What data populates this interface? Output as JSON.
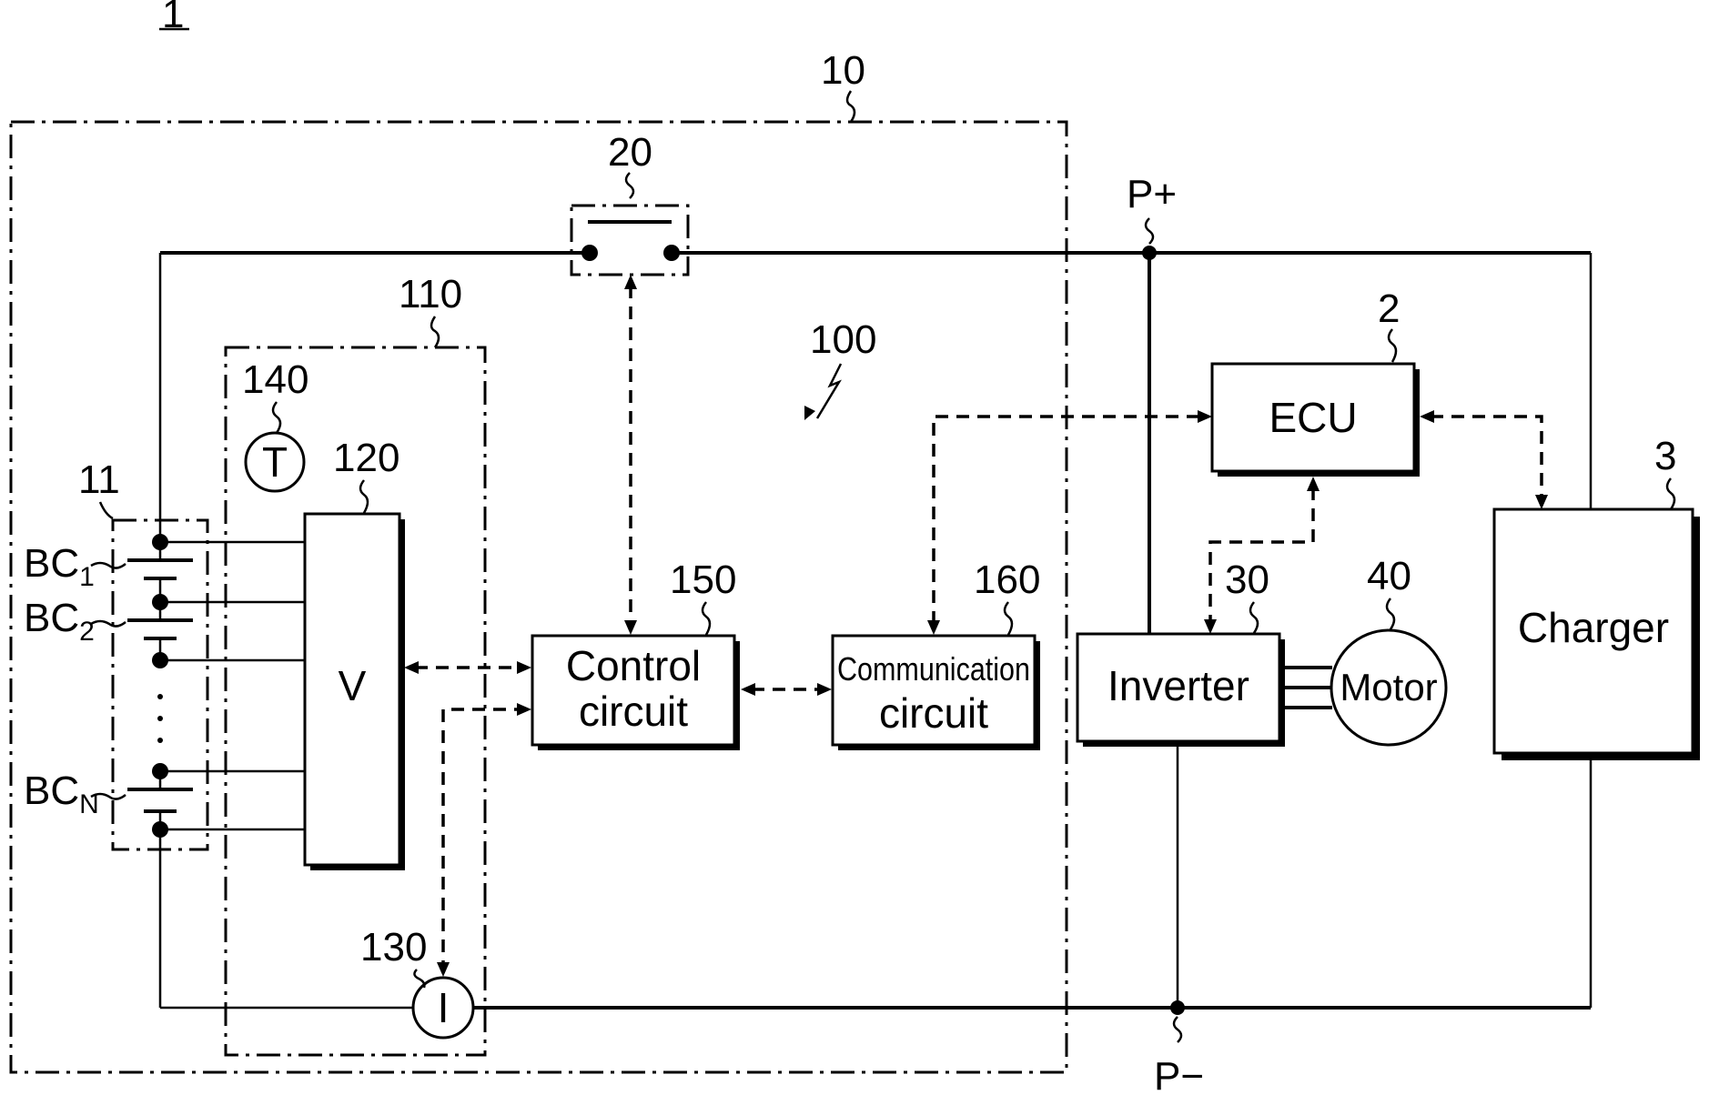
{
  "figure_id": "1",
  "refs": {
    "pack": "10",
    "switch": "20",
    "sensing": "110",
    "apparatus": "100",
    "temp": "140",
    "voltage": "120",
    "current": "130",
    "control": "150",
    "comm": "160",
    "cells": "11",
    "ecu": "2",
    "charger": "3",
    "inverter": "30",
    "motor": "40"
  },
  "blocks": {
    "voltage": "V",
    "control_line1": "Control",
    "control_line2": "circuit",
    "comm_line1": "Communication",
    "comm_line2": "circuit",
    "inverter": "Inverter",
    "motor": "Motor",
    "ecu": "ECU",
    "charger": "Charger",
    "temp_symbol": "T",
    "current_symbol": "I"
  },
  "cells": {
    "bc1": "BC",
    "bc1_sub": "1",
    "bc2": "BC",
    "bc2_sub": "2",
    "bcn": "BC",
    "bcn_sub": "N"
  },
  "terminals": {
    "pos": "P+",
    "neg": "P−"
  }
}
